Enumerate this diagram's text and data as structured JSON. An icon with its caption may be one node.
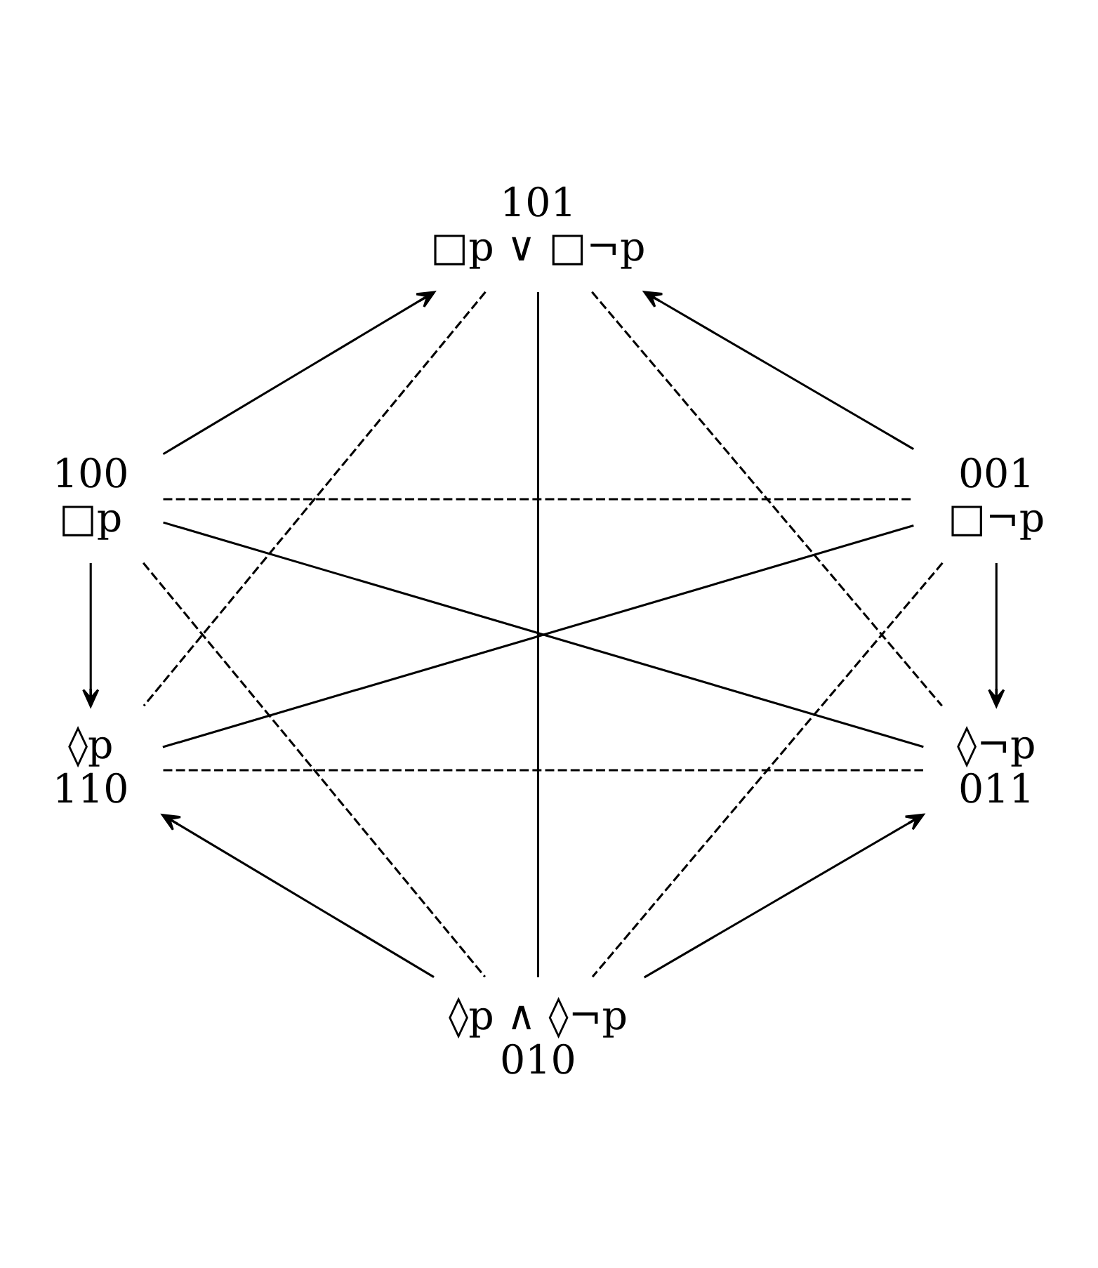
{
  "diagram": {
    "nodes": [
      {
        "text": [
          "101",
          "□p ∨ □¬p"
        ]
      },
      {
        "text": [
          "100",
          "□p"
        ]
      },
      {
        "text": [
          "001",
          "□¬p"
        ]
      },
      {
        "text": [
          "◊p",
          "110"
        ]
      },
      {
        "text": [
          "◊¬p",
          "011"
        ]
      },
      {
        "text": [
          "◊p ∧ ◊¬p",
          "010"
        ]
      }
    ],
    "edges": [
      {
        "from": 1,
        "to": 0,
        "arrow": "to"
      },
      {
        "from": 0,
        "to": 3,
        "arrow": "none",
        "style": "dashed"
      },
      {
        "from": 5,
        "to": 3,
        "arrow": "to"
      },
      {
        "from": 1,
        "to": 5,
        "arrow": "none",
        "style": "dashed"
      },
      {
        "from": 0,
        "to": 5,
        "arrow": "none"
      },
      {
        "from": 0,
        "to": 4,
        "arrow": "none",
        "style": "dashed"
      },
      {
        "from": 2,
        "to": 5,
        "arrow": "none",
        "style": "dashed"
      },
      {
        "from": 5,
        "to": 4,
        "arrow": "to"
      },
      {
        "from": 2,
        "to": 0,
        "arrow": "to"
      },
      {
        "from": 1,
        "to": 3,
        "arrow": "to"
      },
      {
        "from": 2,
        "to": 4,
        "arrow": "to"
      },
      {
        "from": 1,
        "to": 4,
        "arrow": "none"
      },
      {
        "from": 2,
        "to": 3,
        "arrow": "none"
      },
      {
        "from": 1,
        "to": 2,
        "arrow": "none",
        "style": "dashed"
      },
      {
        "from": 3,
        "to": 4,
        "arrow": "none",
        "style": "dashed"
      }
    ]
  }
}
